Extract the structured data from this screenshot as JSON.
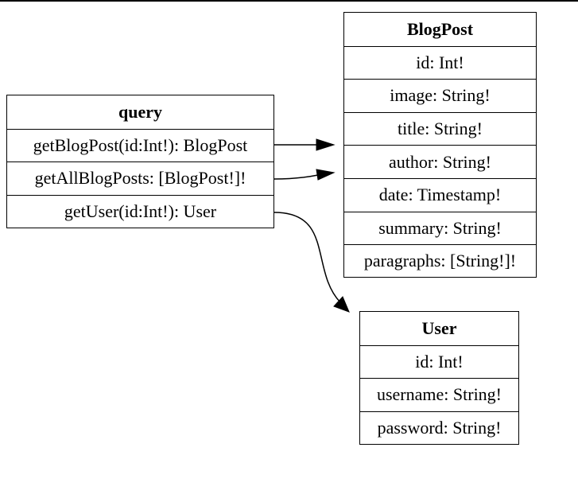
{
  "nodes": {
    "query": {
      "title": "query",
      "fields": [
        "getBlogPost(id:Int!): BlogPost",
        "getAllBlogPosts: [BlogPost!]!",
        "getUser(id:Int!): User"
      ]
    },
    "blogpost": {
      "title": "BlogPost",
      "fields": [
        "id: Int!",
        "image: String!",
        "title: String!",
        "author: String!",
        "date: Timestamp!",
        "summary: String!",
        "paragraphs: [String!]!"
      ]
    },
    "user": {
      "title": "User",
      "fields": [
        "id: Int!",
        "username: String!",
        "password: String!"
      ]
    }
  },
  "edges": [
    {
      "from": "query.getBlogPost",
      "to": "BlogPost"
    },
    {
      "from": "query.getAllBlogPosts",
      "to": "BlogPost"
    },
    {
      "from": "query.getUser",
      "to": "User"
    }
  ],
  "colors": {
    "stroke": "#000000",
    "background": "#ffffff"
  }
}
